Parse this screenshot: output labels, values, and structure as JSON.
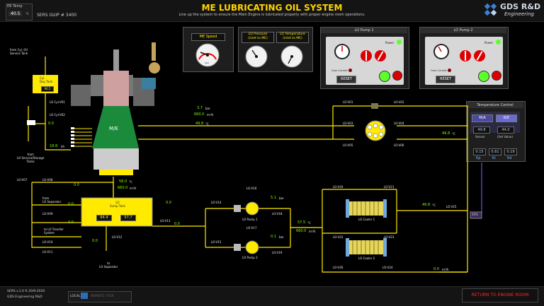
{
  "header": {
    "er_temp_label": "ER Temp",
    "er_temp_value": "40.5",
    "er_temp_unit": "°C",
    "sim_id": "SERS GUIP # 3400",
    "title": "ME LUBRICATING OIL SYSTEM",
    "subtitle": "Line up the system to ensure the Main Engine is lubricated properly with proper engine room operations.",
    "logo_top": "GDS R&D",
    "logo_bottom": "Engineering"
  },
  "me_speed": {
    "label": "ME Speed",
    "unit": "rpm"
  },
  "lo_pressure": {
    "label": "LO Pressure",
    "sub": "(inlet to ME)"
  },
  "lo_temp": {
    "label": "LO Temperature",
    "sub": "(inlet to ME)"
  },
  "pump1": {
    "title": "LO Pump 1",
    "power": "Power",
    "overcurrent": "Over Current",
    "reset": "RESET"
  },
  "pump2": {
    "title": "LO Pump 2",
    "power": "Power",
    "overcurrent": "Over Current",
    "reset": "RESET"
  },
  "temp_control": {
    "title": "Temperature Control",
    "mode_left": "M/A",
    "mode_right": "R/E",
    "sensor_value": "49.8",
    "sensor_label": "Sensor",
    "set_value": "44.0",
    "set_label": "(Set Value)",
    "kp_value": "0.15",
    "ki_value": "0.61",
    "kd_value": "0.19",
    "kp": "Kp",
    "ki": "Ki",
    "kd": "Kd"
  },
  "diagram": {
    "from_cyl": "from Cyl. Oil\nService Tank",
    "day_tank": "Cyl.\nDay Tank",
    "day_tank_value": "96.5",
    "lo_cyl01": "LO Cyl-V01",
    "lo_cyl02": "LO Cyl-V02",
    "cyl_flow": "0.0",
    "cyl_flow2": "18.8",
    "flow_unit": "l/h",
    "me_label": "M/E",
    "me_inlet_pressure": "3.7",
    "bar": "bar",
    "me_inlet_flow": "660.0",
    "m3h": "m³/h",
    "me_inlet_temp": "49.8",
    "degc": "°C",
    "sump_out_temp": "58.0",
    "sump_out_flow": "660.0",
    "from_service": "from\nLO Service/Storage\nTanks",
    "sump_title": "LO\nSump Tank",
    "sump_level": "84.4",
    "sump_temp": "57.7",
    "from_sep": "from\nLO Separator",
    "to_transfer": "to LO Transfer\nSystem",
    "to_sep": "to\nLO Separator",
    "flow_zero": "0.0",
    "pump1_label": "LO Pump 1",
    "pump2_label": "LO Pump 2",
    "pump1_press": "5.1",
    "pump2_press": "0.1",
    "cooler_in_temp": "57.5",
    "cooler_in_flow": "660.0",
    "cooler1": "LO Cooler 1",
    "cooler2": "LO Cooler 2",
    "cooler_out_temp": "49.8",
    "three_way_temp": "49.8",
    "bottom_flow": "0.0",
    "cv_value": "40%",
    "filter_flow": "0.0",
    "valves": {
      "v01": "LO-V01",
      "v02": "LO-V02",
      "v03": "LO-V03",
      "v04": "LO-V04",
      "v05": "LO-V05",
      "v06": "LO-V06",
      "v07": "LO-V07",
      "v08": "LO-V08",
      "v09": "LO-V09",
      "v10": "LO-V10",
      "v11": "LO-V11",
      "v12": "LO-V12",
      "v13": "LO-V13",
      "v14": "LO-V14",
      "v15": "LO-V15",
      "v16": "LO-V16",
      "v17": "LO-V17",
      "v18": "LO-V18",
      "v19": "LO-V19",
      "v20": "LO-V20",
      "v21": "LO-V21",
      "v22": "LO-V22",
      "v23": "LO-V23",
      "v24": "LO-V24",
      "v25": "LO-V25",
      "v26": "LO-V26"
    }
  },
  "footer": {
    "version": "SERS v.1.0 R 20/9-2020",
    "company": "GDS Engineering R&D",
    "local": "LOCAL",
    "remote": "REMOTE / ECR",
    "return": "RETURN TO ENGINE ROOM"
  },
  "colors": {
    "pipe": "#ffea00",
    "value": "#7dff00",
    "title": "#ffd400",
    "return": "#ff2a2a"
  }
}
